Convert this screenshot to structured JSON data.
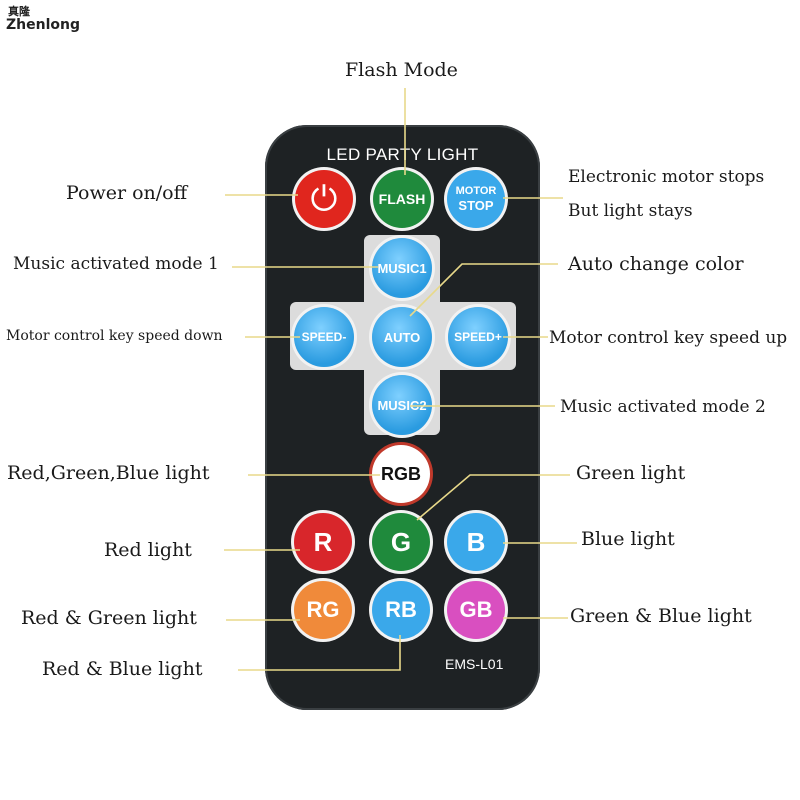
{
  "brand": {
    "chinese": "真隆",
    "name": "Zhenlong"
  },
  "remote": {
    "title": "LED PARTY LIGHT",
    "model": "EMS-L01"
  },
  "buttons": {
    "power": {
      "glyph": "⏻",
      "color": "#e0261e"
    },
    "flash": {
      "label": "FLASH",
      "color": "#1f8a3c"
    },
    "motor_stop": {
      "line1": "MOTOR",
      "line2": "STOP",
      "color": "#3aa8ea"
    },
    "music1": {
      "label": "MUSIC1"
    },
    "speed_down": {
      "label": "SPEED-"
    },
    "auto": {
      "label": "AUTO"
    },
    "speed_up": {
      "label": "SPEED+"
    },
    "music2": {
      "label": "MUSIC2"
    },
    "rgb": {
      "label": "RGB",
      "color": "#ffffff"
    },
    "r": {
      "label": "R",
      "color": "#d8262b"
    },
    "g": {
      "label": "G",
      "color": "#1f8a3c"
    },
    "b": {
      "label": "B",
      "color": "#3aa8ea"
    },
    "rg": {
      "label": "RG",
      "color": "#f08a3a"
    },
    "rb": {
      "label": "RB",
      "color": "#3aa8ea"
    },
    "gb": {
      "label": "GB",
      "color": "#d94fc0"
    }
  },
  "labels": {
    "flash_mode": "Flash Mode",
    "power": "Power on/off",
    "motor_stop_1": "Electronic motor stops",
    "motor_stop_2": "But light stays",
    "music1": "Music activated mode 1",
    "auto": "Auto change color",
    "speed_down": "Motor control key speed down",
    "speed_up": "Motor control key speed up",
    "music2": "Music activated mode 2",
    "rgb": "Red,Green,Blue light",
    "g": "Green light",
    "r": "Red light",
    "b": "Blue light",
    "rg": "Red & Green light",
    "gb": "Green & Blue light",
    "rb": "Red & Blue light"
  },
  "leader_color": "#e8d98a"
}
